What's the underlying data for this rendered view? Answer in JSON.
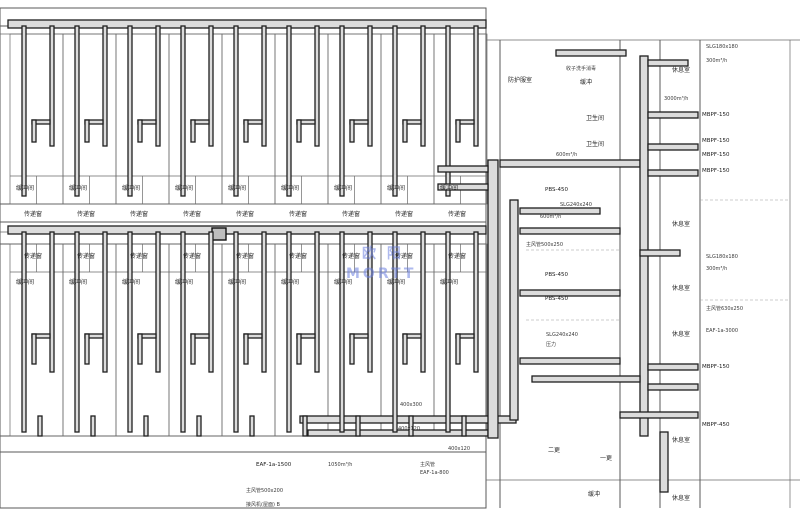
{
  "colors": {
    "line": "#5a5a5a",
    "duct": "#dcdcdc",
    "watermark": "#6b7fe0",
    "background": "#ffffff"
  },
  "drawing": {
    "type": "HVAC duct floor plan",
    "rooms_upper": {
      "buffer_label": "缓冲间",
      "transfer_label": "传递窗",
      "count": 9
    },
    "rooms_lower": {
      "buffer_label": "缓冲间",
      "transfer_label": "传递窗",
      "count": 9
    },
    "right_labels": {
      "duct_top": "SLG180x180",
      "flow_top": "300m³/h",
      "suit_room": "防护服室",
      "dirty_wash": "收子洗手消毒",
      "buffer": "缓冲",
      "flow_mid": "3000m³/h",
      "rest_1": "休息室",
      "rest_2": "休息室",
      "rest_3": "休息室",
      "rest_4": "休息室",
      "rest_5": "休息室",
      "rest_6": "休息室",
      "wash": "卫生间",
      "wash_2": "卫生间",
      "mbpf": "MBPF-150",
      "mbpf_2": "MBPF-150",
      "mbpf_3": "MBPF-150",
      "mbpf_4": "MBPF-150",
      "mbpf_5": "MBPF-150",
      "mbpf_450": "MBPF-450",
      "pbs_1": "PBS-450",
      "pbs_2": "PBS-450",
      "pbs_3": "PBS-450",
      "flow_600": "600m³/h",
      "flow_600b": "600m³/h",
      "duct_500": "主风管500x250",
      "duct_slg240": "SLG240x240",
      "duct_slg240b": "SLG240x240",
      "slg180_2": "SLG180x180",
      "flow_300_2": "300m³/h",
      "duct_main_250": "主风管630x250",
      "eaf_right": "EAF-1a-3000",
      "dim_400": "400x300",
      "dim_400b": "400x120",
      "dim_400c": "400x120",
      "eaf_bottom": "EAF-1a-1500",
      "eaf_mid": "EAF-1a-800",
      "flow_bottom": "1050m³/h",
      "duct_bottom": "主风管500x200",
      "note_bottom": "接风机(屋面) B",
      "room_2": "二更",
      "room_1": "一更",
      "yard": "缓冲",
      "pressure": "压力",
      "main": "主风管"
    },
    "watermark": {
      "top": "欧 阳",
      "bottom": "MORTT"
    }
  }
}
